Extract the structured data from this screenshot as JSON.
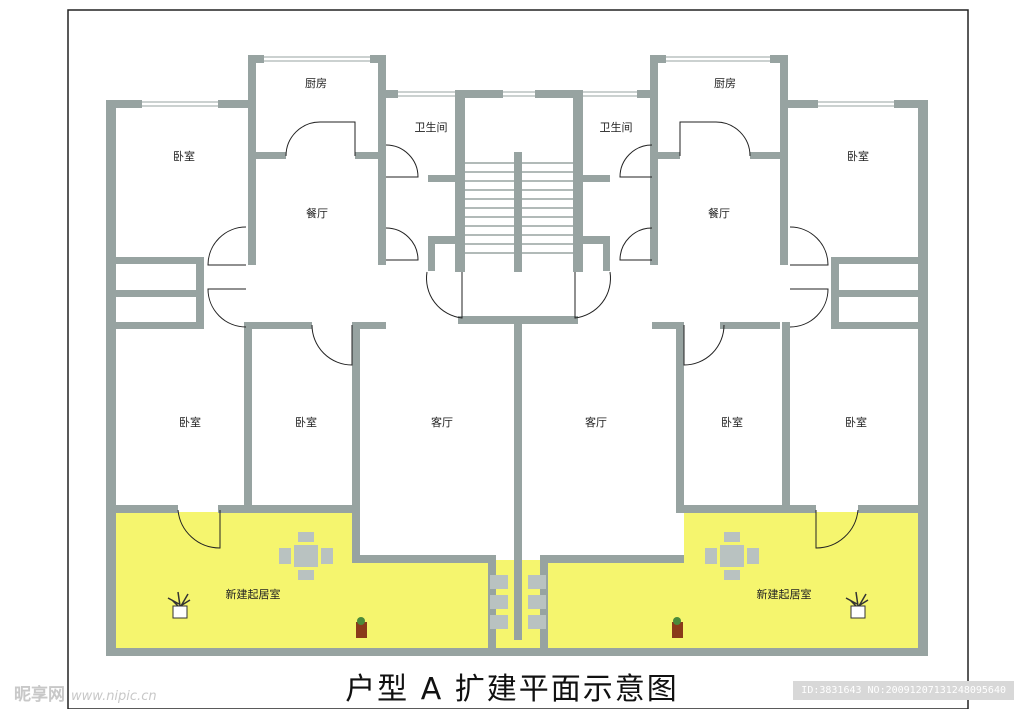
{
  "title": "户型 A 扩建平面示意图",
  "rooms": {
    "kitchen_left": "厨房",
    "kitchen_right": "厨房",
    "bath_left": "卫生间",
    "bath_right": "卫生间",
    "dining_left": "餐厅",
    "dining_right": "餐厅",
    "bed_tl": "卧室",
    "bed_tr": "卧室",
    "bed_ml": "卧室",
    "bed_ml2": "卧室",
    "bed_mr2": "卧室",
    "bed_mr": "卧室",
    "living_left": "客厅",
    "living_right": "客厅",
    "sunroom_left": "新建起居室",
    "sunroom_right": "新建起居室"
  },
  "colors": {
    "wall": "#97a3a1",
    "extension": "#f5f56e",
    "furniture": "#b9c2c1"
  },
  "watermark": {
    "site_name": "昵享网",
    "site_url": "www.nipic.cn",
    "id_text": "ID:3831643 NO:20091207131248095640"
  }
}
